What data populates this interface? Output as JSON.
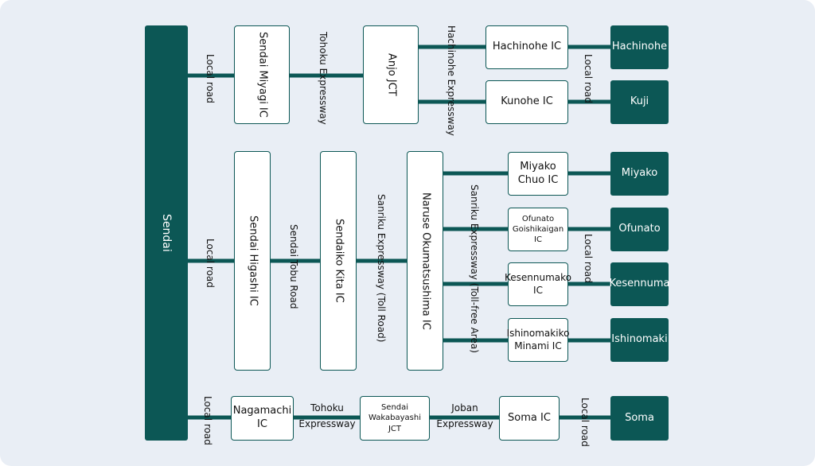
{
  "colors": {
    "teal": "#0c5755",
    "panel": "#e9eef5",
    "node_fill": "#ffffff"
  },
  "origin": "Sendai",
  "destinations": {
    "hachinohe": "Hachinohe",
    "kuji": "Kuji",
    "miyako": "Miyako",
    "ofunato": "Ofunato",
    "kesennuma": "Kesennuma",
    "ishinomaki": "Ishinomaki",
    "soma": "Soma"
  },
  "nodes": {
    "sendai_miyagi_ic": "Sendai Miyagi IC",
    "anjo_jct": "Anjo JCT",
    "hachinohe_ic": "Hachinohe IC",
    "kunohe_ic": "Kunohe IC",
    "sendai_higashi_ic": "Sendai Higashi IC",
    "sendaiko_kita_ic": "Sendaiko Kita IC",
    "naruse_okumatsushima_ic": "Naruse Okumatsushima IC",
    "miyako_chuo_ic": {
      "line1": "Miyako",
      "line2": "Chuo IC"
    },
    "ofunato_goishikaigan_ic": {
      "line1": "Ofunato",
      "line2": "Goishikaigan IC"
    },
    "kesennumako_ic": {
      "line1": "Kesennumako",
      "line2": "IC"
    },
    "ishinomakiko_minami_ic": {
      "line1": "Ishinomakiko",
      "line2": "Minami IC"
    },
    "nagamachi_ic": {
      "line1": "Nagamachi",
      "line2": "IC"
    },
    "sendai_wakabayashi_jct": {
      "line1": "Sendai",
      "line2": "Wakabayashi",
      "line3": "JCT"
    },
    "soma_ic": "Soma IC"
  },
  "roads": {
    "local_road": "Local road",
    "tohoku_expressway": "Tohoku Expressway",
    "tohoku_expressway_split": {
      "line1": "Tohoku",
      "line2": "Expressway"
    },
    "hachinohe_expressway": "Hachinohe Expressway",
    "sendai_tobu_road": "Sendai Tobu Road",
    "sanriku_toll": "Sanriku Expressway (Toll Road)",
    "sanriku_free": "Sanriku Expressway (Toll-free Area)",
    "joban_expressway_split": {
      "line1": "Joban",
      "line2": "Expressway"
    }
  }
}
